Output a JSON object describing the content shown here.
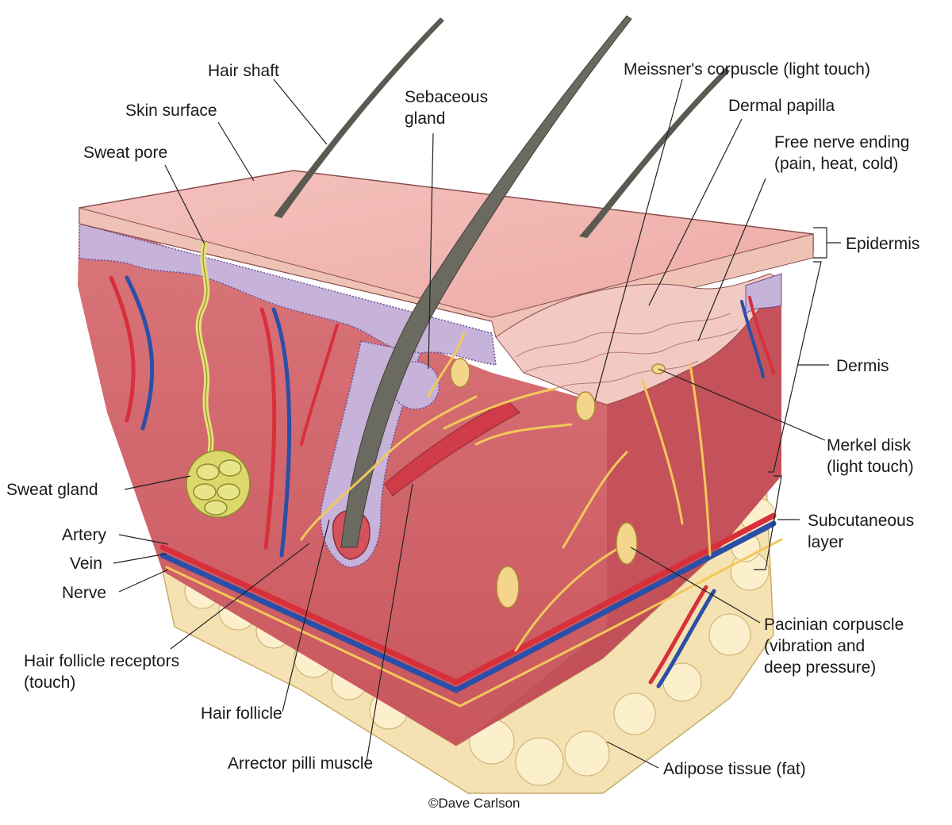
{
  "labels": {
    "hair_shaft": "Hair shaft",
    "skin_surface": "Skin surface",
    "sweat_pore": "Sweat pore",
    "sebaceous_gland": [
      "Sebaceous",
      "gland"
    ],
    "meissner": "Meissner's corpuscle (light touch)",
    "dermal_papilla": "Dermal papilla",
    "free_nerve": [
      "Free nerve ending",
      "(pain, heat, cold)"
    ],
    "epidermis": "Epidermis",
    "dermis": "Dermis",
    "merkel": [
      "Merkel disk",
      "(light touch)"
    ],
    "subcutaneous": [
      "Subcutaneous",
      "layer"
    ],
    "sweat_gland": "Sweat gland",
    "artery": "Artery",
    "vein": "Vein",
    "nerve": "Nerve",
    "hair_follicle_receptors": [
      "Hair follicle receptors",
      "(touch)"
    ],
    "hair_follicle": "Hair follicle",
    "arrector": "Arrector pilli muscle",
    "pacinian": [
      "Pacinian corpuscle",
      "(vibration and",
      "deep pressure)"
    ],
    "adipose": "Adipose tissue (fat)",
    "credit": "©Dave Carlson"
  },
  "colors": {
    "epidermis": "#f1b3b0",
    "basal_layer": "#c6b2d6",
    "dermis": "#d86a6e",
    "dermis_dark": "#b8474f",
    "fat": "#f7e6b8",
    "artery": "#d8303b",
    "vein": "#2b4fa8",
    "nerve": "#f2c85a",
    "hair": "#5b5a52",
    "leader": "#222222"
  }
}
